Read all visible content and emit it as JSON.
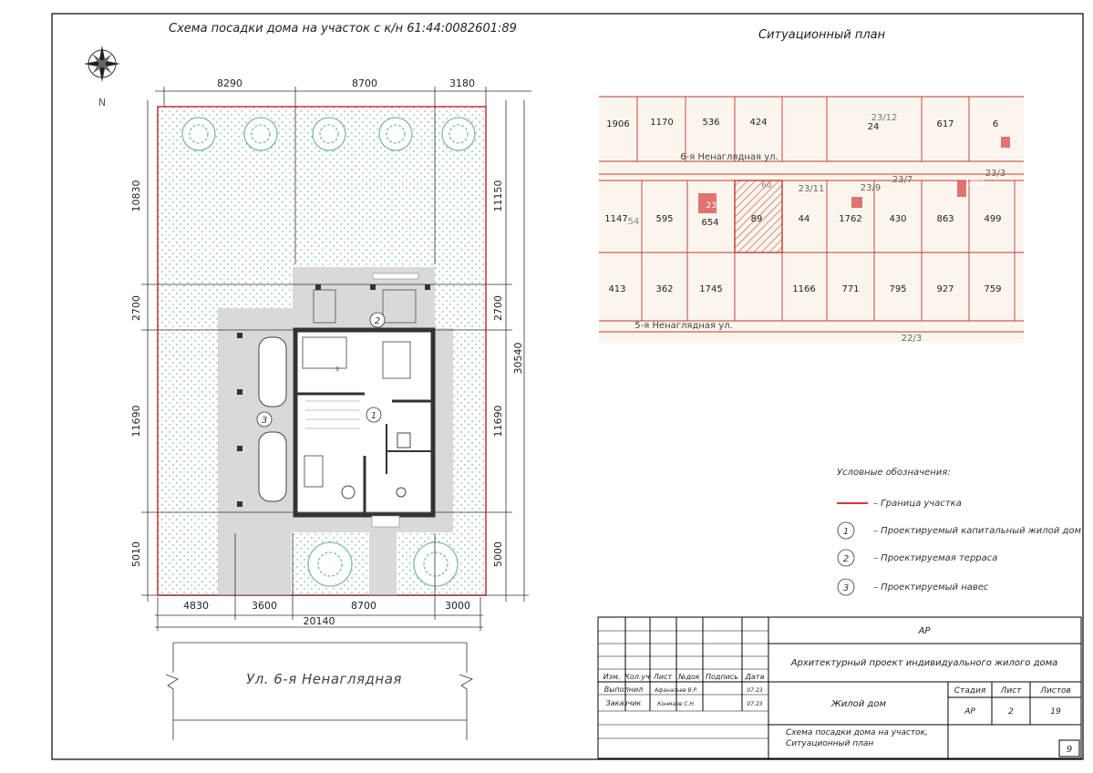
{
  "site_title": "Схема посадки дома на участок с к/н 61:44:0082601:89",
  "plan_title": "Ситуационный план",
  "compass_n": "N",
  "dims": {
    "top": [
      "8290",
      "8700",
      "3180"
    ],
    "bottom": [
      "4830",
      "3600",
      "8700",
      "3000"
    ],
    "total_width": "20140",
    "left": [
      "10830",
      "2700",
      "11690",
      "5010"
    ],
    "right": [
      "11150",
      "2700",
      "11690",
      "5000"
    ],
    "total_depth": "30540"
  },
  "zone_marks": [
    "1",
    "2",
    "3"
  ],
  "room_labels": {
    "living": "5"
  },
  "street": "Ул. 6-я Ненаглядная",
  "situation": {
    "row1": [
      "1906",
      "1170",
      "536",
      "424",
      "24",
      "617",
      "6"
    ],
    "row1_extra": "23/12",
    "street1": "6-я Ненаглядная ул.",
    "street1_codes": [
      "23/11",
      "23/9",
      "23/7",
      "23/3"
    ],
    "row2": [
      "1147",
      "595",
      "654",
      "89",
      "44",
      "1762",
      "430",
      "863",
      "499"
    ],
    "row2_extra": [
      "54",
      "2351",
      "60",
      "1293"
    ],
    "row3": [
      "413",
      "362",
      "1745",
      "1166",
      "771",
      "795",
      "927",
      "759"
    ],
    "street2": "5-я Ненаглядная ул.",
    "street2_code": "22/3"
  },
  "legend": {
    "title": "Условные обозначения:",
    "items": [
      {
        "mark": "",
        "text": "– Граница участка"
      },
      {
        "mark": "1",
        "text": "– Проектируемый капитальный жилой дом"
      },
      {
        "mark": "2",
        "text": "– Проектируемая терраса"
      },
      {
        "mark": "3",
        "text": "– Проектируемый навес"
      }
    ]
  },
  "stamp": {
    "code": "АР",
    "project": "Архитектурный проект индивидуального жилого дома",
    "headers": [
      "Изм.",
      "Кол.уч",
      "Лист",
      "№док",
      "Подпись",
      "Дата"
    ],
    "rows": [
      {
        "role": "Выполнил",
        "name": "Афанасьев В.Р.",
        "date": "07.23"
      },
      {
        "role": "Заказчик",
        "name": "Конмаев С.Н.",
        "date": "07.23"
      }
    ],
    "object": "Жилой дом",
    "col_headers": [
      "Стадия",
      "Лист",
      "Листов"
    ],
    "col_values": [
      "АР",
      "2",
      "19"
    ],
    "sheet_title": "Схема посадки дома на участок, Ситуационный план",
    "page": "9"
  },
  "colors": {
    "boundary": "#d63a3a",
    "plot_line": "#c0392b",
    "hatch": "#5aa5a0",
    "tree": "#7fb8b3",
    "gray": "#d9d9d9"
  }
}
